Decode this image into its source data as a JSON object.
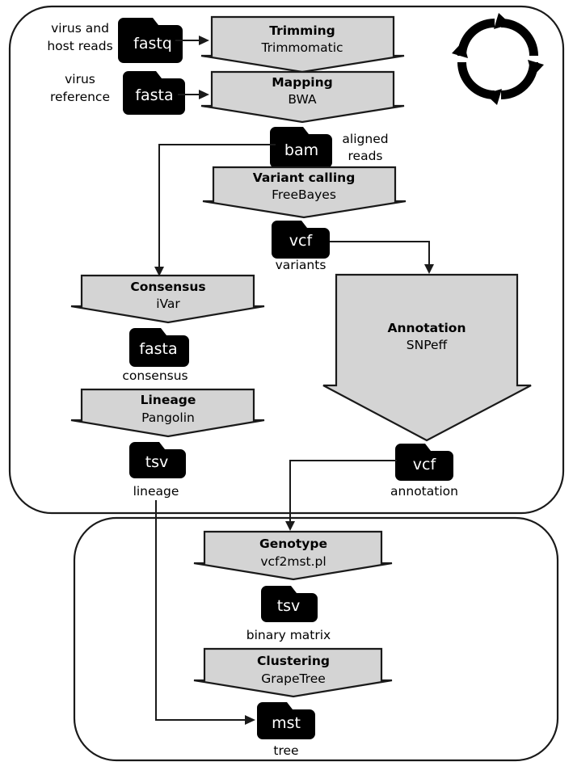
{
  "figure": {
    "title": "Viral genomics analysis pipeline flowchart",
    "colors": {
      "process_fill": "#d4d4d4",
      "stroke": "#1a1a1a",
      "file_fill": "#000000",
      "file_text": "#ffffff",
      "background": "#ffffff"
    }
  },
  "panels": [
    {
      "name": "per-sample-panel",
      "id": "panel-top"
    },
    {
      "name": "cohort-panel",
      "id": "panel-bottom"
    }
  ],
  "icons": {
    "cycle": "refresh-cycle-icon"
  },
  "inputs": [
    {
      "id": "in-reads",
      "label_line1": "virus and",
      "label_line2": "host reads",
      "file_type": "fastq"
    },
    {
      "id": "in-reference",
      "label_line1": "virus",
      "label_line2": "reference",
      "file_type": "fasta"
    }
  ],
  "processes": [
    {
      "id": "proc-trimming",
      "title": "Trimming",
      "tool": "Trimmomatic"
    },
    {
      "id": "proc-mapping",
      "title": "Mapping",
      "tool": "BWA"
    },
    {
      "id": "proc-variant",
      "title": "Variant calling",
      "tool": "FreeBayes"
    },
    {
      "id": "proc-consensus",
      "title": "Consensus",
      "tool": "iVar"
    },
    {
      "id": "proc-annotation",
      "title": "Annotation",
      "tool": "SNPeff"
    },
    {
      "id": "proc-lineage",
      "title": "Lineage",
      "tool": "Pangolin"
    },
    {
      "id": "proc-genotype",
      "title": "Genotype",
      "tool": "vcf2mst.pl"
    },
    {
      "id": "proc-clustering",
      "title": "Clustering",
      "tool": "GrapeTree"
    }
  ],
  "files": [
    {
      "id": "file-fastq",
      "type": "fastq",
      "caption": ""
    },
    {
      "id": "file-fasta-ref",
      "type": "fasta",
      "caption": ""
    },
    {
      "id": "file-bam",
      "type": "bam",
      "caption_line1": "aligned",
      "caption_line2": "reads"
    },
    {
      "id": "file-vcf-var",
      "type": "vcf",
      "caption": "variants"
    },
    {
      "id": "file-fasta-cons",
      "type": "fasta",
      "caption": "consensus"
    },
    {
      "id": "file-tsv-lineage",
      "type": "tsv",
      "caption": "lineage"
    },
    {
      "id": "file-vcf-anno",
      "type": "vcf",
      "caption": "annotation"
    },
    {
      "id": "file-tsv-matrix",
      "type": "tsv",
      "caption": "binary matrix"
    },
    {
      "id": "file-mst",
      "type": "mst",
      "caption": "tree"
    }
  ],
  "labels": {
    "virus_and": "virus and",
    "host_reads": "host reads",
    "virus": "virus",
    "reference": "reference",
    "fastq": "fastq",
    "fasta_ref": "fasta",
    "trimming_title": "Trimming",
    "trimming_tool": "Trimmomatic",
    "mapping_title": "Mapping",
    "mapping_tool": "BWA",
    "bam": "bam",
    "aligned": "aligned",
    "reads": "reads",
    "variant_title": "Variant calling",
    "variant_tool": "FreeBayes",
    "vcf_var": "vcf",
    "variants": "variants",
    "consensus_title": "Consensus",
    "consensus_tool": "iVar",
    "annotation_title": "Annotation",
    "annotation_tool": "SNPeff",
    "fasta_cons": "fasta",
    "consensus_cap": "consensus",
    "lineage_title": "Lineage",
    "lineage_tool": "Pangolin",
    "tsv_lineage": "tsv",
    "lineage_cap": "lineage",
    "vcf_anno": "vcf",
    "annotation_cap": "annotation",
    "genotype_title": "Genotype",
    "genotype_tool": "vcf2mst.pl",
    "tsv_matrix": "tsv",
    "binary_matrix": "binary matrix",
    "clustering_title": "Clustering",
    "clustering_tool": "GrapeTree",
    "mst": "mst",
    "tree": "tree"
  }
}
